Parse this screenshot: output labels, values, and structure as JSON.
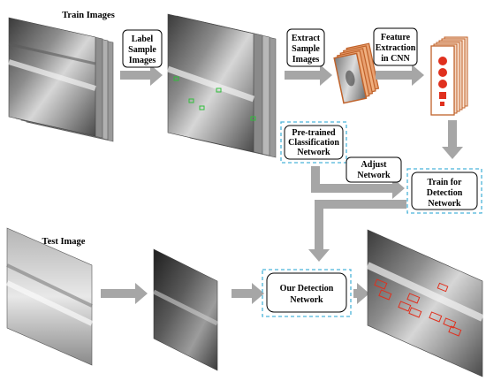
{
  "headings": {
    "train_images": "Train Images",
    "test_image": "Test Image"
  },
  "steps": {
    "label_sample": [
      "Label",
      "Sample",
      "Images"
    ],
    "extract_sample": [
      "Extract",
      "Sample",
      "Images"
    ],
    "feature_extraction": [
      "Feature",
      "Extraction",
      "in CNN"
    ],
    "pretrained": [
      "Pre-trained",
      "Classification",
      "Network"
    ],
    "adjust": [
      "Adjust",
      "Network"
    ],
    "train_detection": [
      "Train for",
      "Detection",
      "Network"
    ],
    "our_detection": [
      "Our Detection",
      "Network"
    ]
  },
  "colors": {
    "arrow": "#a6a6a6",
    "dashed_border": "#4bb3d9",
    "detection_box": "#e0301e",
    "patch_border": "#c0622a",
    "cnn_dot": "#e0301e",
    "sample_marker": "#2fbf3a"
  }
}
